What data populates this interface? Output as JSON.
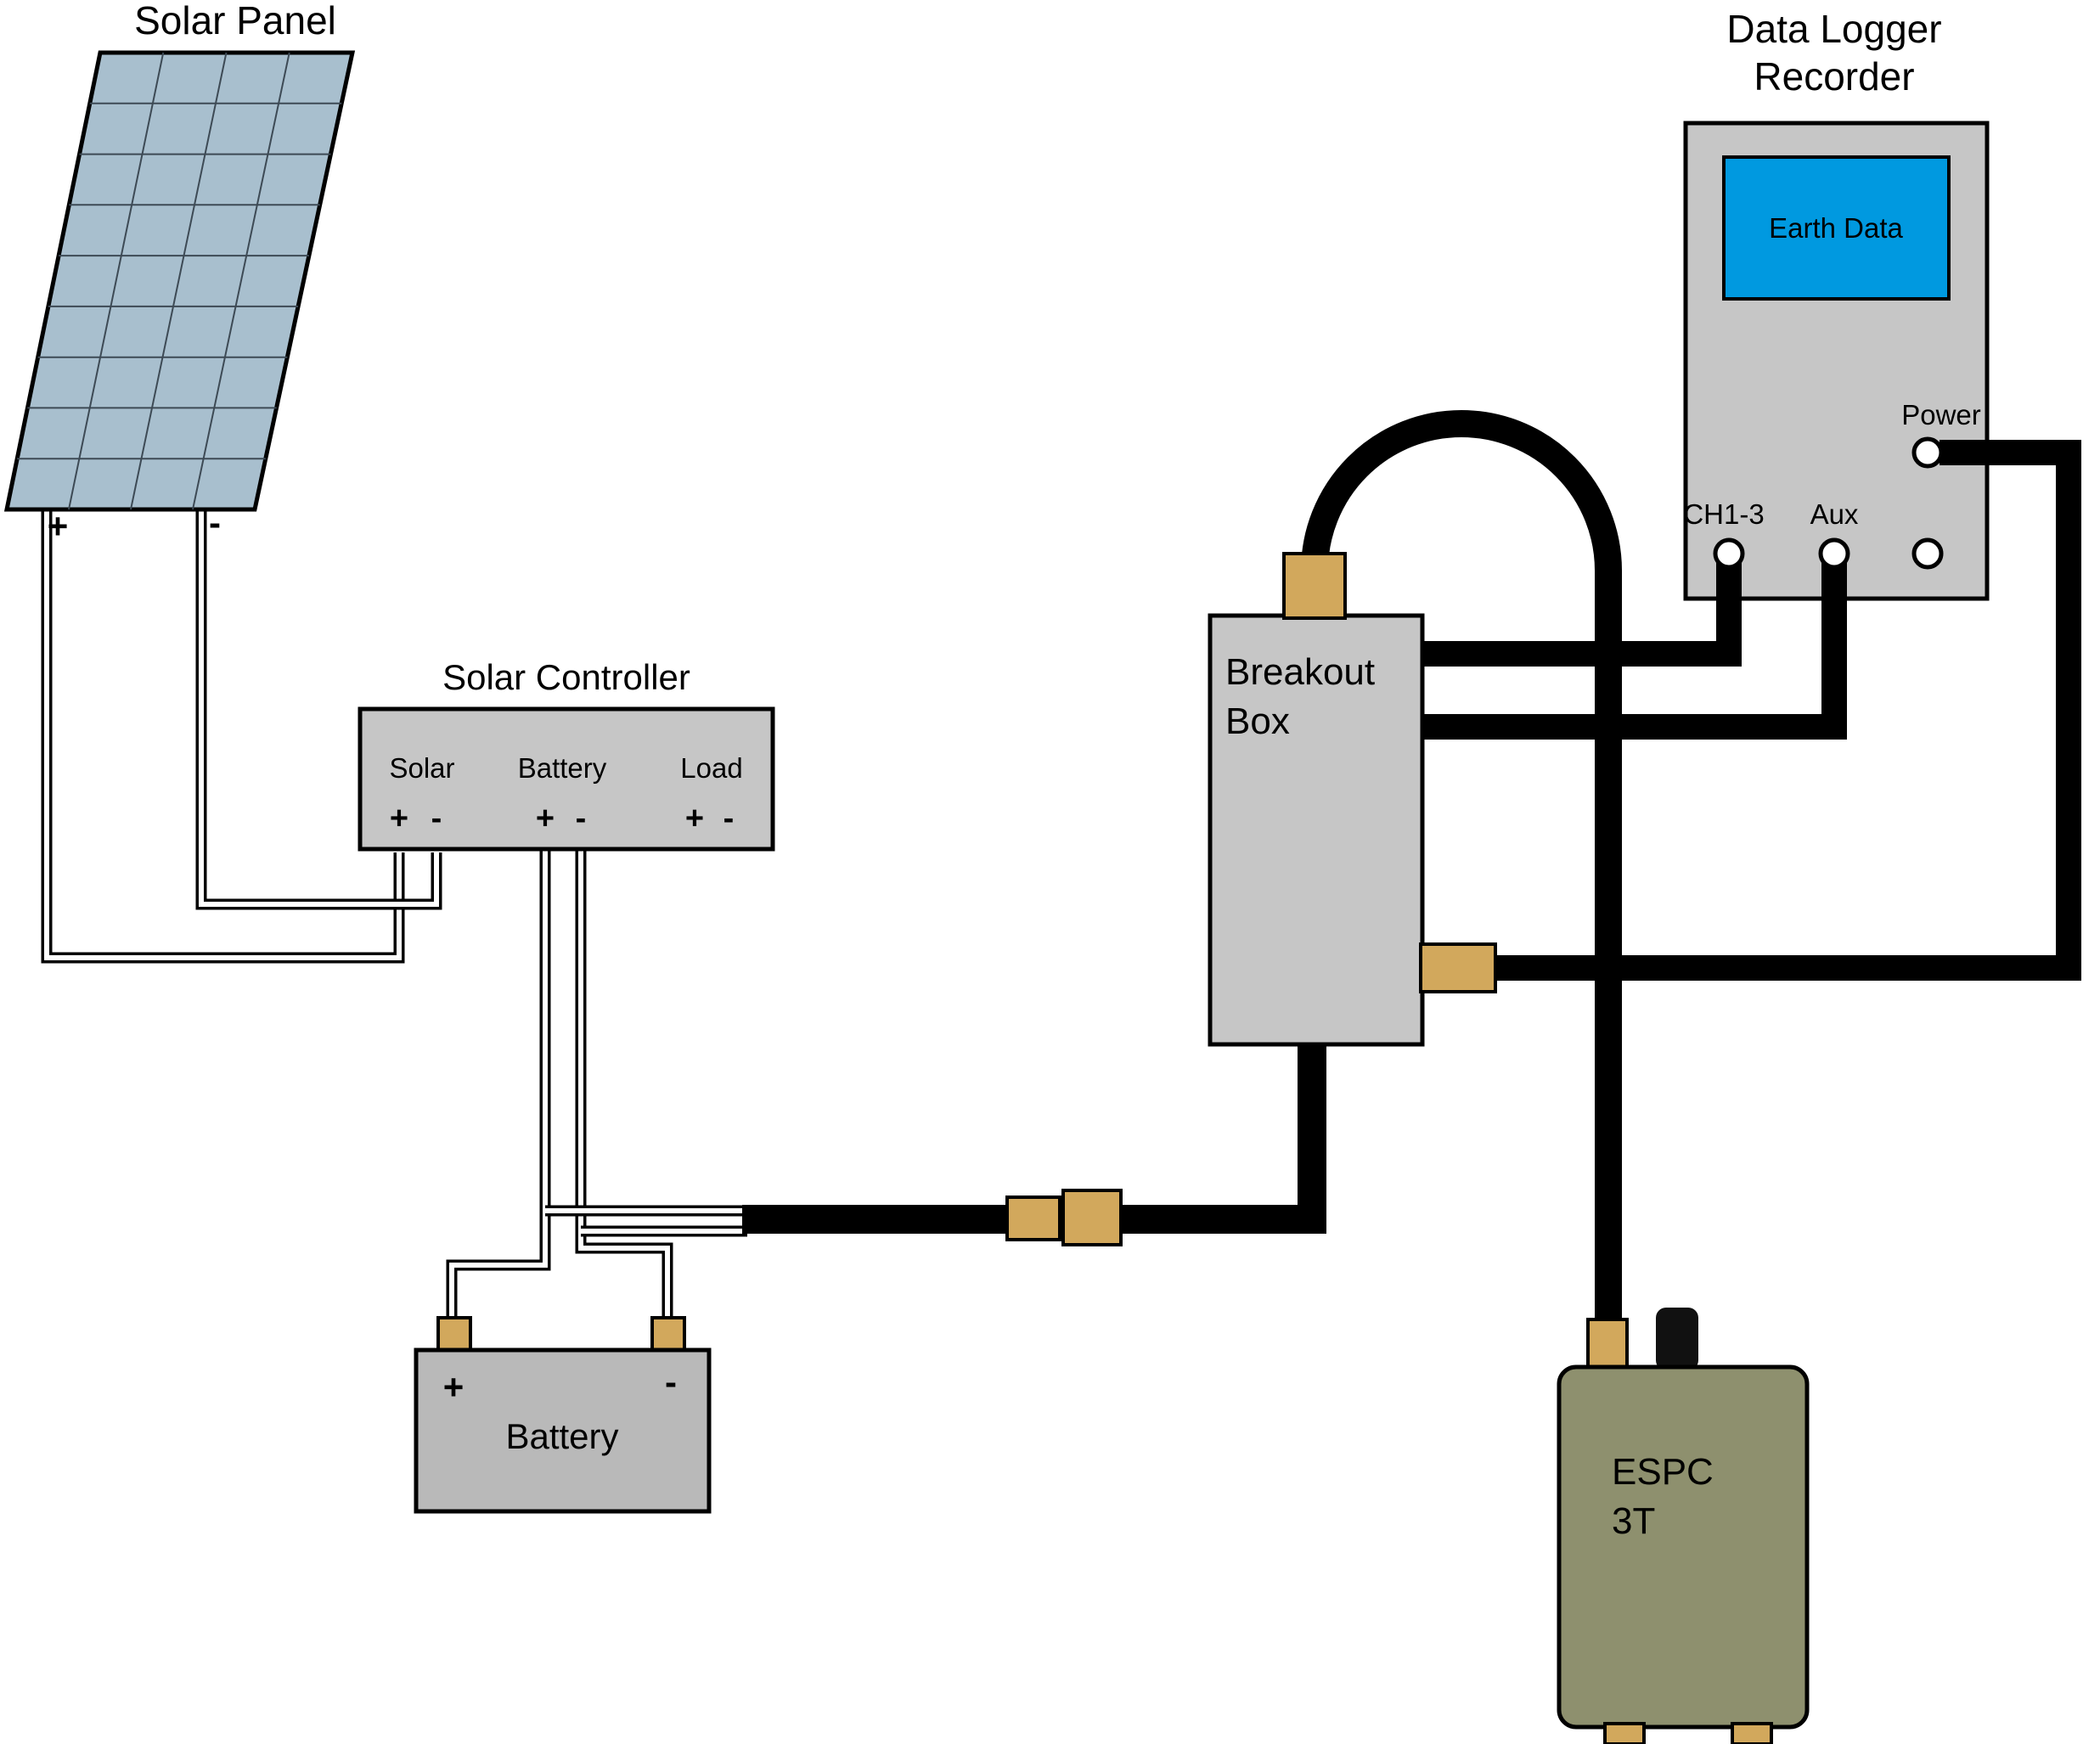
{
  "diagram": {
    "solar_panel": {
      "label": "Solar Panel",
      "plus": "+",
      "minus": "-"
    },
    "solar_controller": {
      "label": "Solar Controller",
      "terminals": [
        {
          "name": "Solar",
          "plus": "+",
          "minus": "-"
        },
        {
          "name": "Battery",
          "plus": "+",
          "minus": "-"
        },
        {
          "name": "Load",
          "plus": "+",
          "minus": "-"
        }
      ]
    },
    "battery": {
      "label": "Battery",
      "plus": "+",
      "minus": "-"
    },
    "breakout_box": {
      "label_line1": "Breakout",
      "label_line2": "Box"
    },
    "data_logger": {
      "title_line1": "Data Logger",
      "title_line2": "Recorder",
      "screen_text": "Earth Data",
      "power_label": "Power",
      "ch_label": "CH1-3",
      "aux_label": "Aux"
    },
    "espc_sensor": {
      "label_line1": "ESPC",
      "label_line2": "3T"
    },
    "colors": {
      "panel_blue": "#a8bfce",
      "device_gray": "#c6c6c6",
      "battery_gray": "#b9b9b9",
      "screen_blue": "#0099e0",
      "connector_tan": "#d2a85c",
      "espc_olive": "#8e906e",
      "wire_black": "#000000"
    }
  }
}
